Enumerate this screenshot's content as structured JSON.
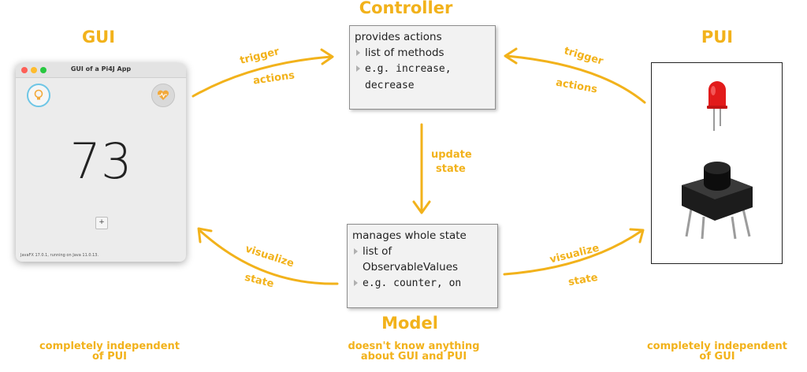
{
  "titles": {
    "controller": "Controller",
    "gui": "GUI",
    "pui": "PUI",
    "model": "Model"
  },
  "notes": {
    "gui_line1": "completely independent",
    "gui_line2": "of PUI",
    "model_line1": "doesn't know anything",
    "model_line2": "about GUI and PUI",
    "pui_line1": "completely independent",
    "pui_line2": "of GUI"
  },
  "arrows": {
    "trigger": "trigger",
    "actions": "actions",
    "update": "update",
    "state": "state",
    "visualize": "visualize"
  },
  "controller_box": {
    "line1": "provides actions",
    "line2": "list of methods",
    "line3": "e.g. increase,",
    "line4": "decrease"
  },
  "model_box": {
    "line1": "manages whole state",
    "line2": "list of",
    "line3": "ObservableValues",
    "line4": "e.g. counter, on"
  },
  "gui": {
    "window_title": "GUI of a Pi4J App",
    "counter": "73",
    "plus_label": "+",
    "status": "JavaFX 17.0.1, running on Java 11.0.13.",
    "left_icon": "lightbulb-icon",
    "right_icon": "heart-pulse-icon",
    "accent": "#f2a93b"
  },
  "colors": {
    "annotation": "#f2b21b",
    "led": "#e21b1b",
    "button": "#1b1b1b"
  }
}
